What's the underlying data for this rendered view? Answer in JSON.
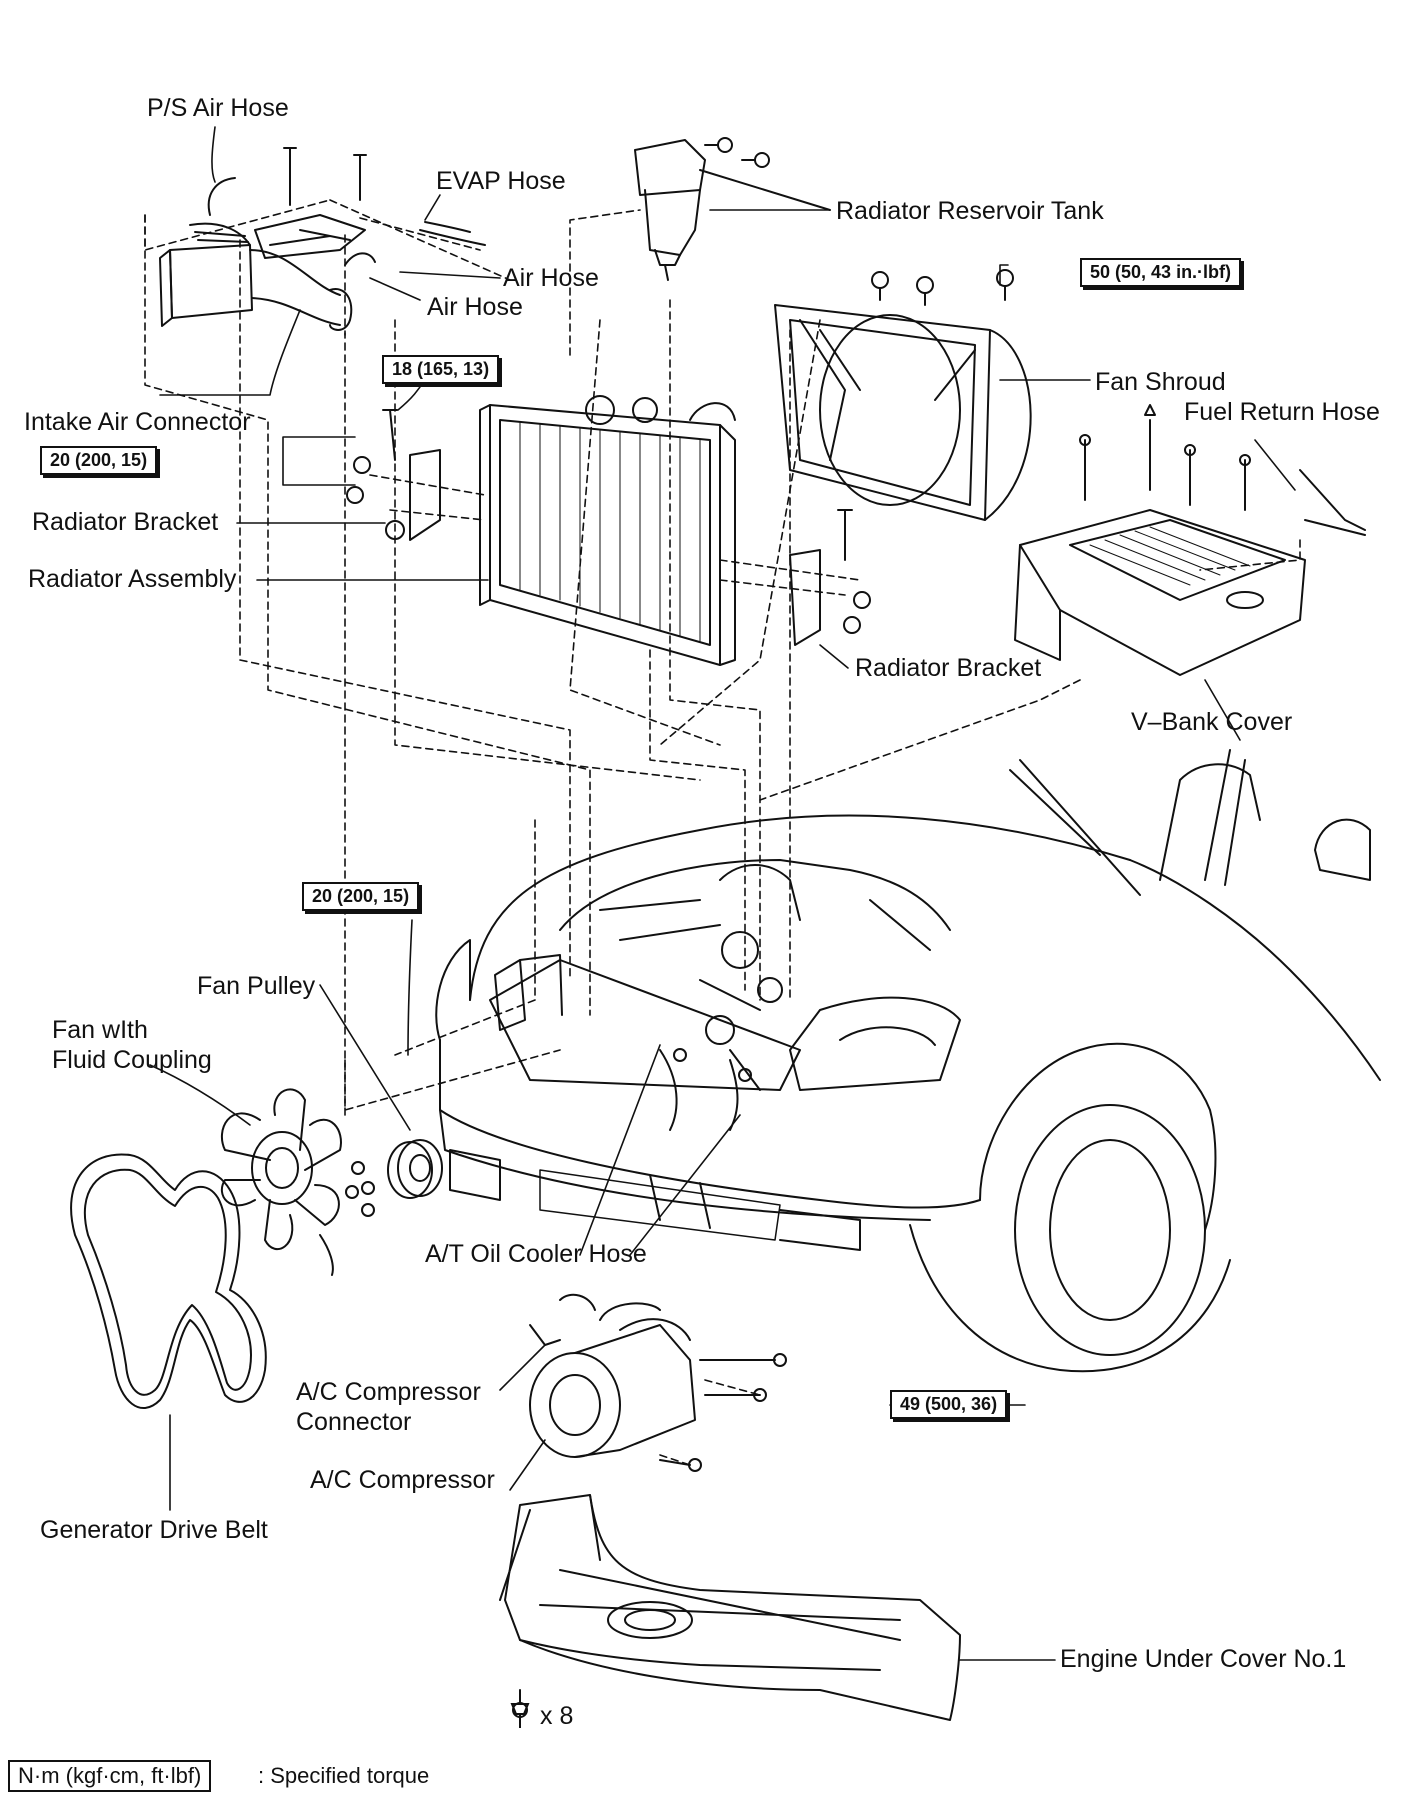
{
  "labels": {
    "ps_air_hose": "P/S Air Hose",
    "evap_hose": "EVAP Hose",
    "radiator_reservoir_tank": "Radiator Reservoir Tank",
    "air_hose_1": "Air Hose",
    "air_hose_2": "Air Hose",
    "intake_air_connector": "Intake Air Connector",
    "fan_shroud": "Fan Shroud",
    "fuel_return_hose": "Fuel Return Hose",
    "radiator_bracket_left": "Radiator Bracket",
    "radiator_assembly": "Radiator Assembly",
    "radiator_bracket_right": "Radiator Bracket",
    "v_bank_cover": "V–Bank Cover",
    "fan_pulley": "Fan Pulley",
    "fan_fluid_coupling_1": "Fan wIth",
    "fan_fluid_coupling_2": "Fluid Coupling",
    "at_oil_cooler_hose": "A/T Oil Cooler Hose",
    "ac_compressor_connector_1": "A/C Compressor",
    "ac_compressor_connector_2": "Connector",
    "ac_compressor": "A/C Compressor",
    "generator_drive_belt": "Generator Drive Belt",
    "engine_under_cover": "Engine Under Cover No.1",
    "bolt_count": "x 8"
  },
  "torques": {
    "fan_shroud_bolt": "50 (50, 43 in.·lbf)",
    "radiator_bracket_bolt": "18 (165, 13)",
    "radiator_bracket_nut": "20 (200, 15)",
    "fan_pulley_nut": "20 (200, 15)",
    "compressor_bolt": "49 (500, 36)"
  },
  "legend": {
    "unit_box": "N·m (kgf·cm, ft·lbf)",
    "description": ": Specified torque"
  }
}
